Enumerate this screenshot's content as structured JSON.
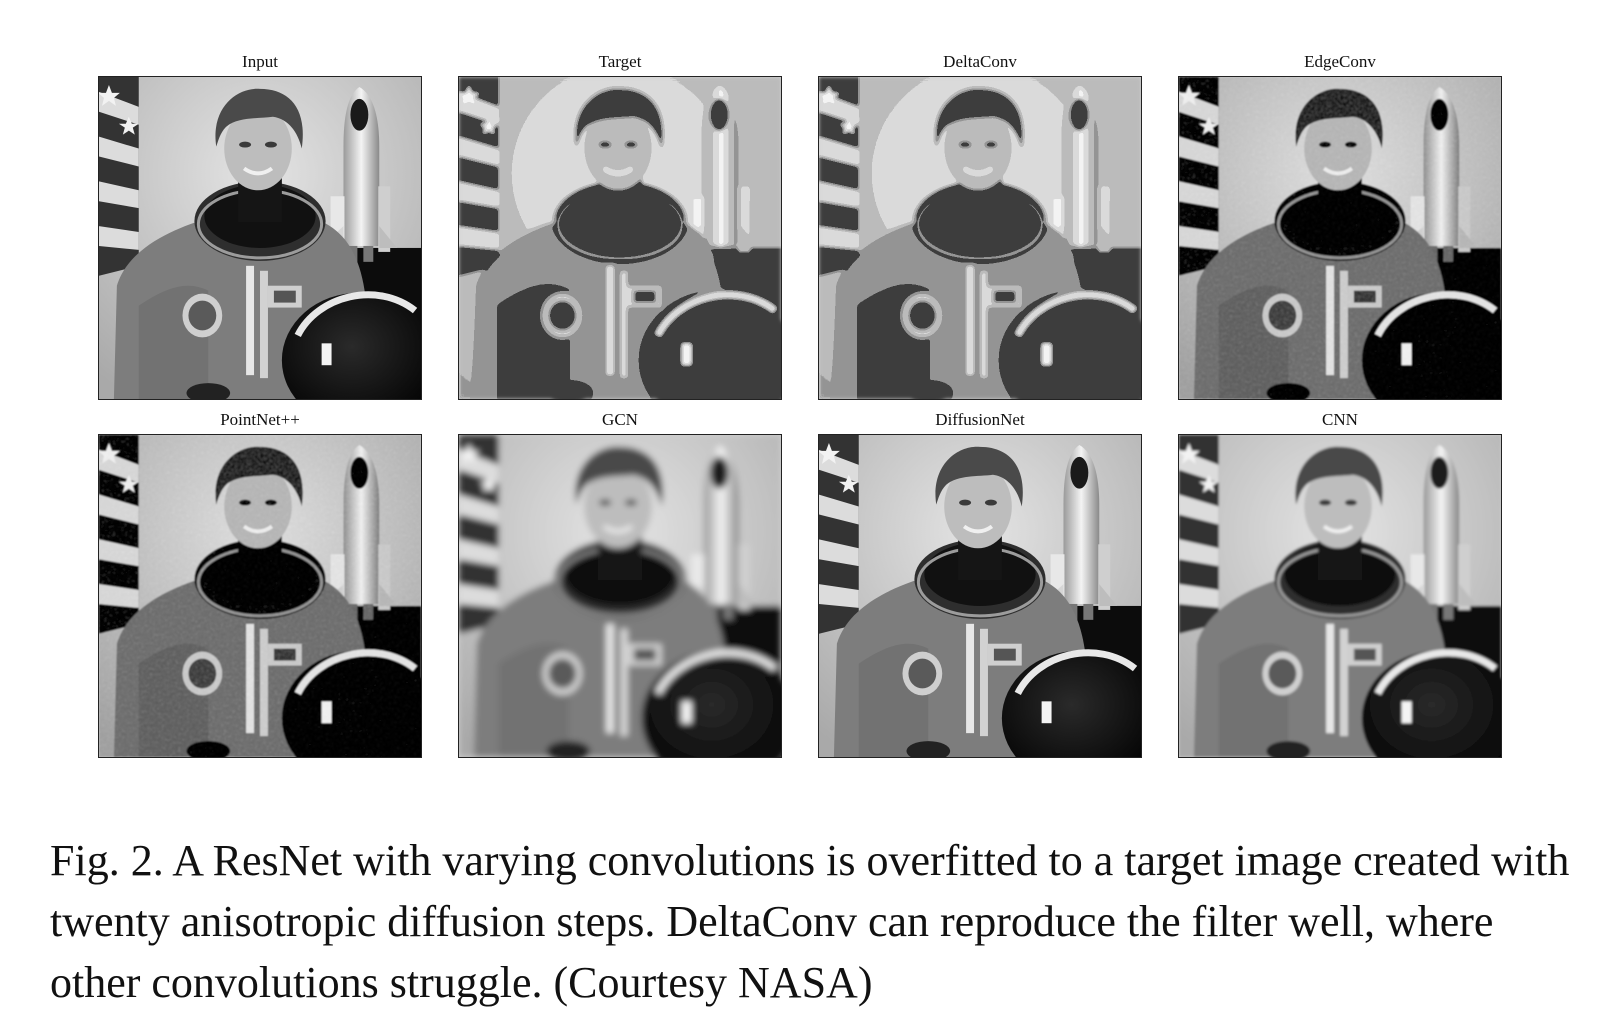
{
  "figure": {
    "panels": [
      {
        "title": "Input",
        "style": "sharp"
      },
      {
        "title": "Target",
        "style": "posterized"
      },
      {
        "title": "DeltaConv",
        "style": "posterized"
      },
      {
        "title": "EdgeConv",
        "style": "noisy"
      },
      {
        "title": "PointNet++",
        "style": "noisy"
      },
      {
        "title": "GCN",
        "style": "blurred"
      },
      {
        "title": "DiffusionNet",
        "style": "sharp"
      },
      {
        "title": "CNN",
        "style": "soft"
      }
    ],
    "caption": "Fig. 2.  A ResNet with varying convolutions is overfitted to a target image created with twenty anisotropic diffusion steps. DeltaConv can reproduce the filter well, where other convolutions struggle. (Courtesy NASA)"
  }
}
